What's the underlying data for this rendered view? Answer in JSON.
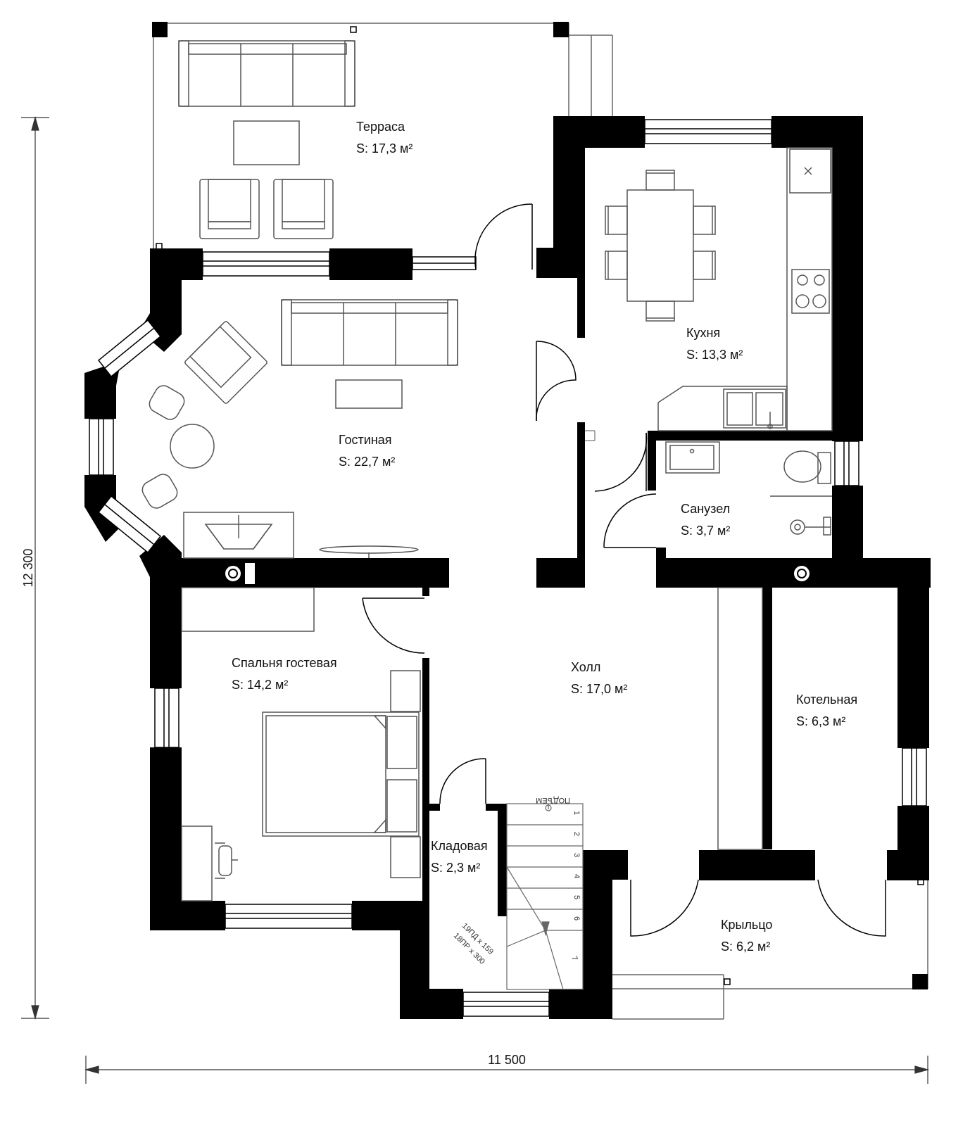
{
  "rooms": [
    {
      "id": "terrace",
      "name": "Терраса",
      "area": "S: 17,3 м²"
    },
    {
      "id": "kitchen",
      "name": "Кухня",
      "area": "S: 13,3 м²"
    },
    {
      "id": "living",
      "name": "Гостиная",
      "area": "S: 22,7 м²"
    },
    {
      "id": "bath",
      "name": "Санузел",
      "area": "S: 3,7 м²"
    },
    {
      "id": "guest",
      "name": "Спальня гостевая",
      "area": "S: 14,2 м²"
    },
    {
      "id": "hall",
      "name": "Холл",
      "area": "S: 17,0 м²"
    },
    {
      "id": "boiler",
      "name": "Котельная",
      "area": "S: 6,3 м²"
    },
    {
      "id": "pantry",
      "name": "Кладовая",
      "area": "S: 2,3 м²"
    },
    {
      "id": "porch",
      "name": "Крыльцо",
      "area": "S: 6,2 м²"
    }
  ],
  "stairs": {
    "direction_label": "ПОДЪЕМ",
    "spec_line1": "19ПД х 159",
    "spec_line2": "18ПР х 300",
    "steps": [
      "1",
      "2",
      "3",
      "4",
      "5",
      "6",
      "7"
    ]
  },
  "dimensions": {
    "height": "12 300",
    "width": "11 500"
  },
  "colors": {
    "wall": "#000000",
    "furniture_stroke": "#555555"
  }
}
